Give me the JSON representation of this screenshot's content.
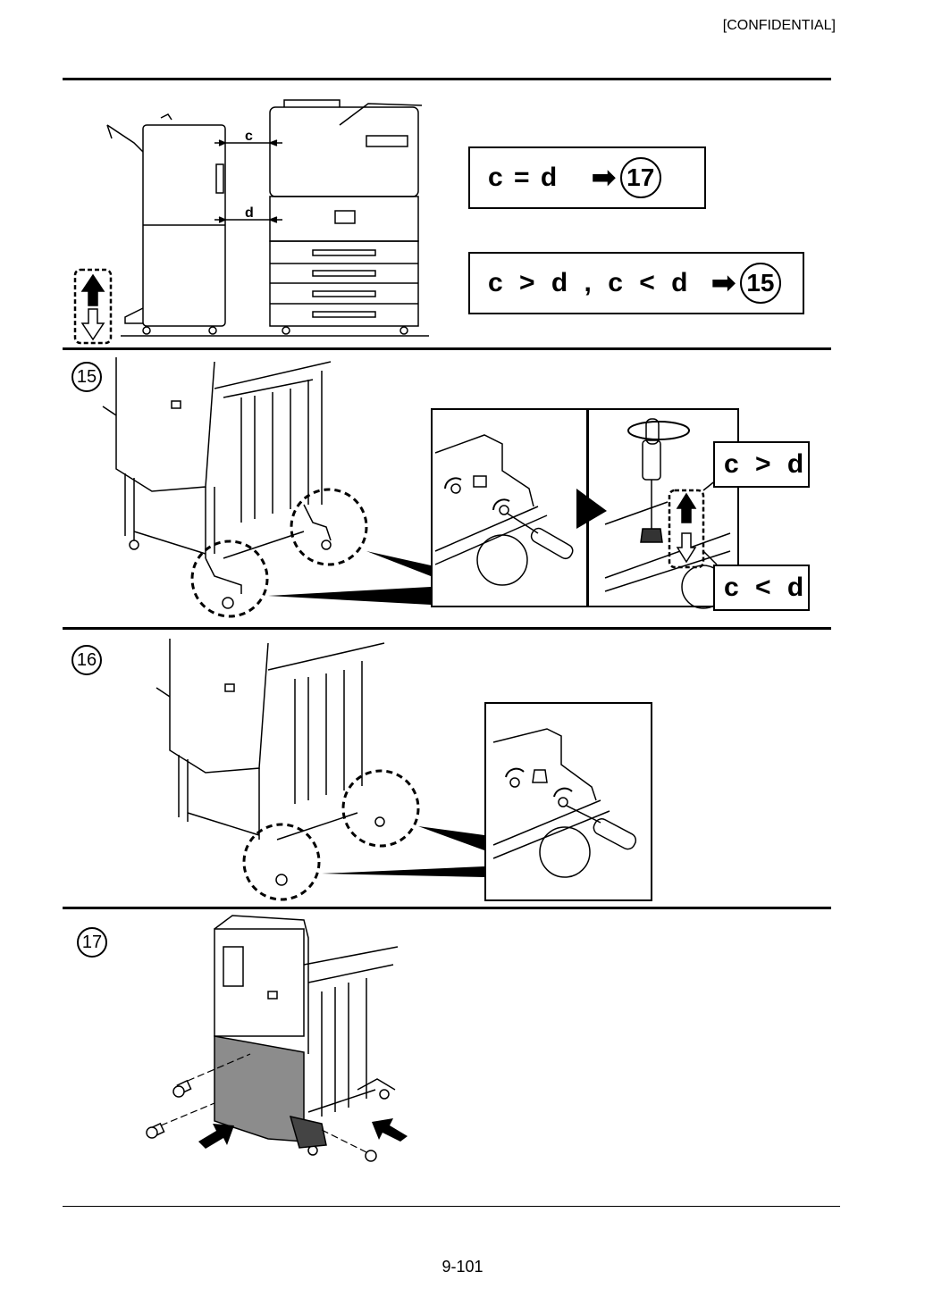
{
  "header": {
    "classification": "[CONFIDENTIAL]"
  },
  "overview": {
    "dim_c": "c",
    "dim_d": "d",
    "rule_equal": {
      "condition": "c = d",
      "goto": "17"
    },
    "rule_unequal": {
      "condition": "c > d , c < d",
      "goto": "15"
    }
  },
  "steps": [
    {
      "number": "15",
      "callout_greater": "c > d",
      "callout_less": "c < d"
    },
    {
      "number": "16"
    },
    {
      "number": "17"
    }
  ],
  "footer": {
    "page_number": "9-101"
  }
}
